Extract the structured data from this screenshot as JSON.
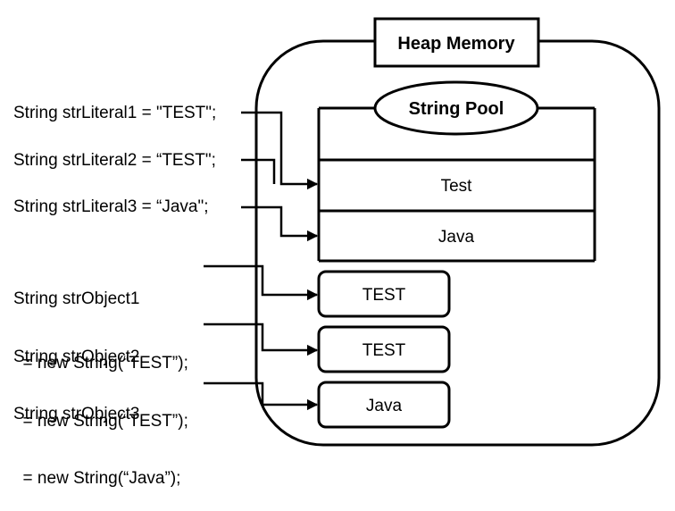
{
  "heap_title": "Heap Memory",
  "pool_title": "String Pool",
  "pool_entries": [
    "Test",
    "Java"
  ],
  "object_boxes": [
    "TEST",
    "TEST",
    "Java"
  ],
  "code": {
    "literal1": "String strLiteral1 = \"TEST\";",
    "literal2": "String strLiteral2 = “TEST\";",
    "literal3": "String strLiteral3 = “Java\";",
    "object1_line1": "String strObject1",
    "object1_line2": "  = new String(“TEST”);",
    "object2_line1": "String strObject2",
    "object2_line2": "  = new String(“TEST”);",
    "object3_line1": "String strObject3",
    "object3_line2": "  = new String(“Java”);"
  }
}
